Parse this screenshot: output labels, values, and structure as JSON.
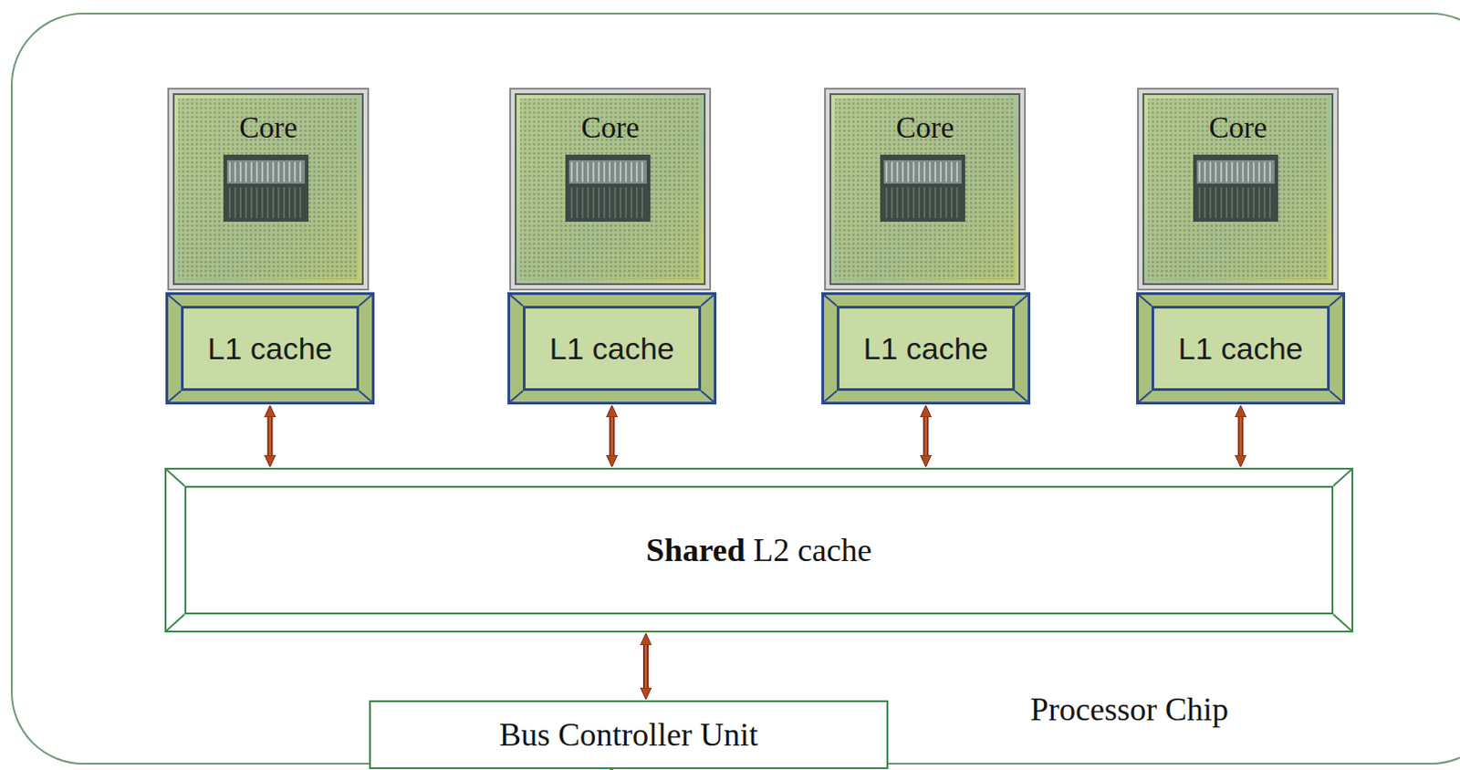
{
  "diagram": {
    "nodes": [
      {
        "text": [
          "Processor Chip"
        ]
      },
      {
        "text": [
          "Core"
        ],
        "in": 0
      },
      {
        "text": [
          "Core"
        ],
        "in": 0
      },
      {
        "text": [
          "Core"
        ],
        "in": 0
      },
      {
        "text": [
          "Core"
        ],
        "in": 0
      },
      {
        "text": [
          "L1 cache"
        ],
        "in": 0
      },
      {
        "text": [
          "L1 cache"
        ],
        "in": 0
      },
      {
        "text": [
          "L1 cache"
        ],
        "in": 0
      },
      {
        "text": [
          "L1 cache"
        ],
        "in": 0
      },
      {
        "text": [
          "Shared L2 cache"
        ],
        "in": 0
      },
      {
        "text": [
          "Bus Controller Unit"
        ],
        "in": 0
      }
    ],
    "edges": [
      {
        "from": 5,
        "to": 9,
        "arrow": "both"
      },
      {
        "from": 6,
        "to": 9,
        "arrow": "both"
      },
      {
        "from": 7,
        "to": 9,
        "arrow": "both"
      },
      {
        "from": 8,
        "to": 9,
        "arrow": "both"
      },
      {
        "from": 9,
        "to": 10,
        "arrow": "both"
      }
    ]
  }
}
